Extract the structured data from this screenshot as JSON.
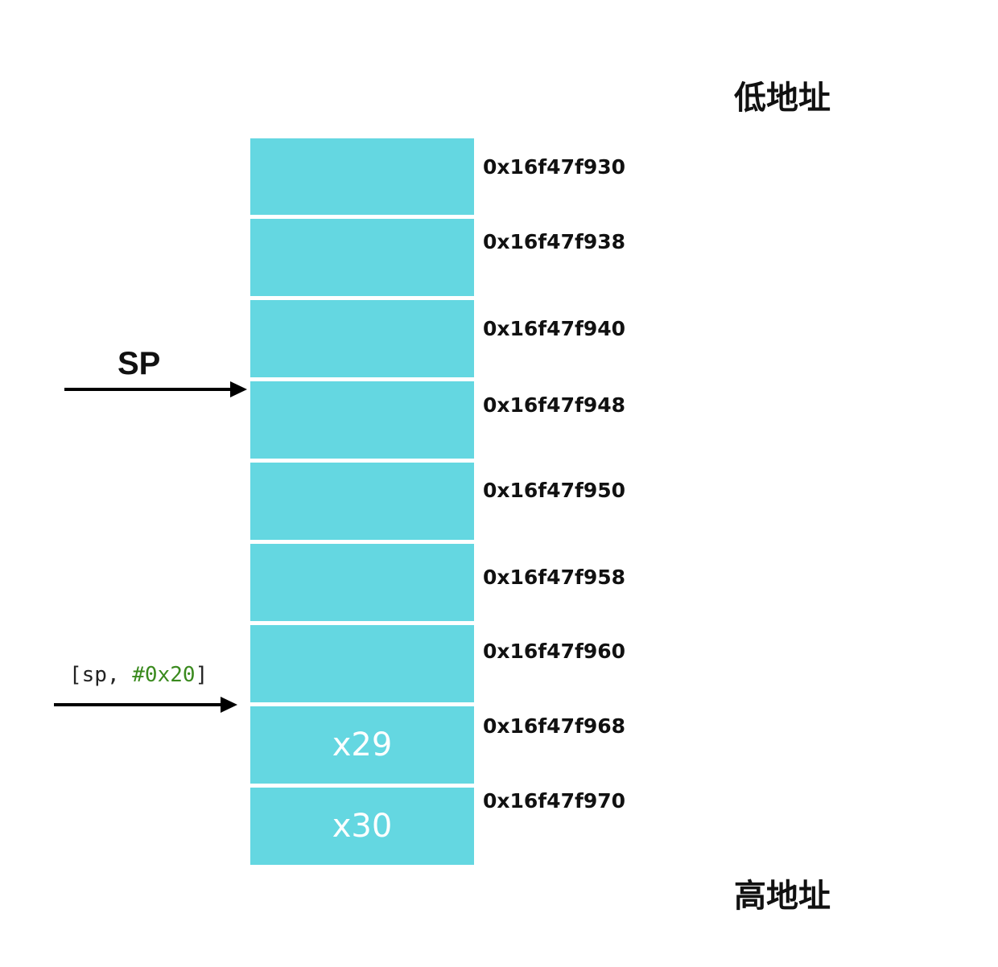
{
  "headings": {
    "low": "低地址",
    "high": "高地址"
  },
  "stack": {
    "cells": [
      {
        "address": "0x16f47f930",
        "content": ""
      },
      {
        "address": "0x16f47f938",
        "content": ""
      },
      {
        "address": "0x16f47f940",
        "content": ""
      },
      {
        "address": "0x16f47f948",
        "content": ""
      },
      {
        "address": "0x16f47f950",
        "content": ""
      },
      {
        "address": "0x16f47f958",
        "content": ""
      },
      {
        "address": "0x16f47f960",
        "content": ""
      },
      {
        "address": "0x16f47f968",
        "content": "x29"
      },
      {
        "address": "0x16f47f970",
        "content": "x30"
      }
    ]
  },
  "pointers": {
    "sp": {
      "label": "SP"
    },
    "offset": {
      "prefix": "[sp, ",
      "immediate": "#0x20",
      "suffix": "]"
    }
  },
  "colors": {
    "cell_fill": "#64d7e1",
    "cell_text": "#ffffff",
    "immediate_text": "#3a8a1e"
  }
}
